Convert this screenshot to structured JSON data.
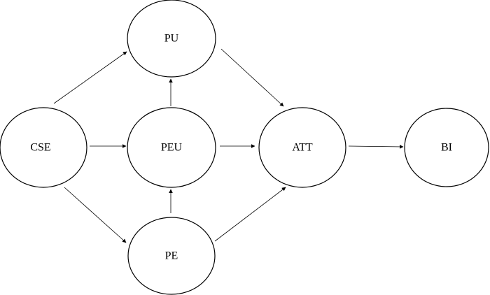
{
  "diagram": {
    "nodes": [
      {
        "id": "pu",
        "label": "PU"
      },
      {
        "id": "cse",
        "label": "CSE"
      },
      {
        "id": "peu",
        "label": "PEU"
      },
      {
        "id": "att",
        "label": "ATT"
      },
      {
        "id": "bi",
        "label": "BI"
      },
      {
        "id": "pe",
        "label": "PE"
      }
    ],
    "edges": [
      {
        "from": "CSE",
        "to": "PU"
      },
      {
        "from": "CSE",
        "to": "PEU"
      },
      {
        "from": "CSE",
        "to": "PE"
      },
      {
        "from": "PEU",
        "to": "PU"
      },
      {
        "from": "PE",
        "to": "PEU"
      },
      {
        "from": "PU",
        "to": "ATT"
      },
      {
        "from": "PEU",
        "to": "ATT"
      },
      {
        "from": "PE",
        "to": "ATT"
      },
      {
        "from": "ATT",
        "to": "BI"
      }
    ]
  }
}
